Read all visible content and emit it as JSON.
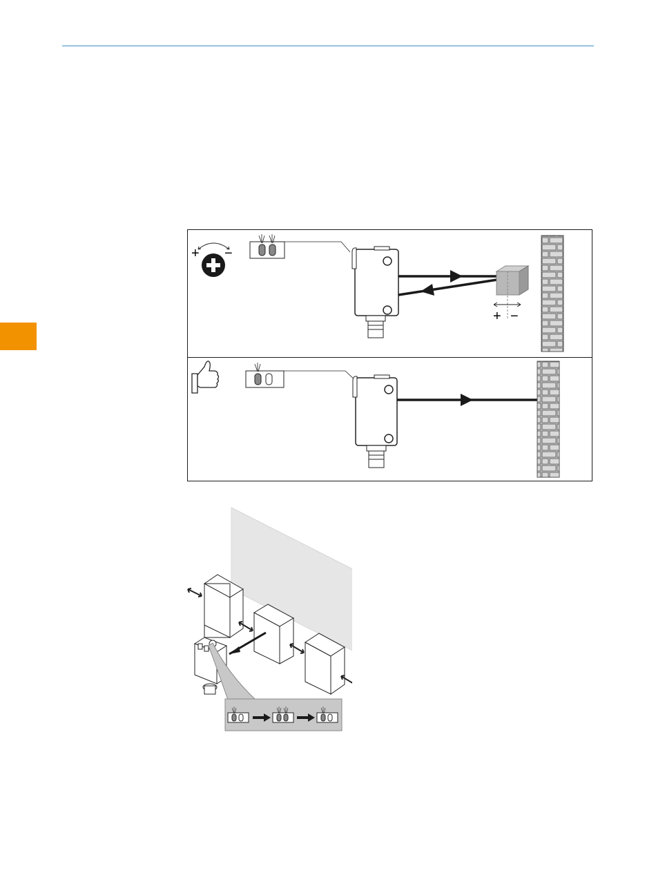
{
  "header": {
    "rule_color": "#3a8fc7"
  },
  "side_tab": {
    "color": "#f39200"
  },
  "figure_top": {
    "step1": {
      "adjust_icon": "plus-adjust-icon",
      "plus_label": "+",
      "minus_label": "−",
      "indicator": "two-leds-lit",
      "object_plus": "+",
      "object_minus": "−"
    },
    "step2": {
      "confirm_icon": "thumbs-up-icon",
      "indicator": "one-led-lit"
    }
  },
  "figure_bottom": {
    "sequence": [
      "one-led-lit",
      "two-leds-lit",
      "one-led-lit"
    ]
  }
}
